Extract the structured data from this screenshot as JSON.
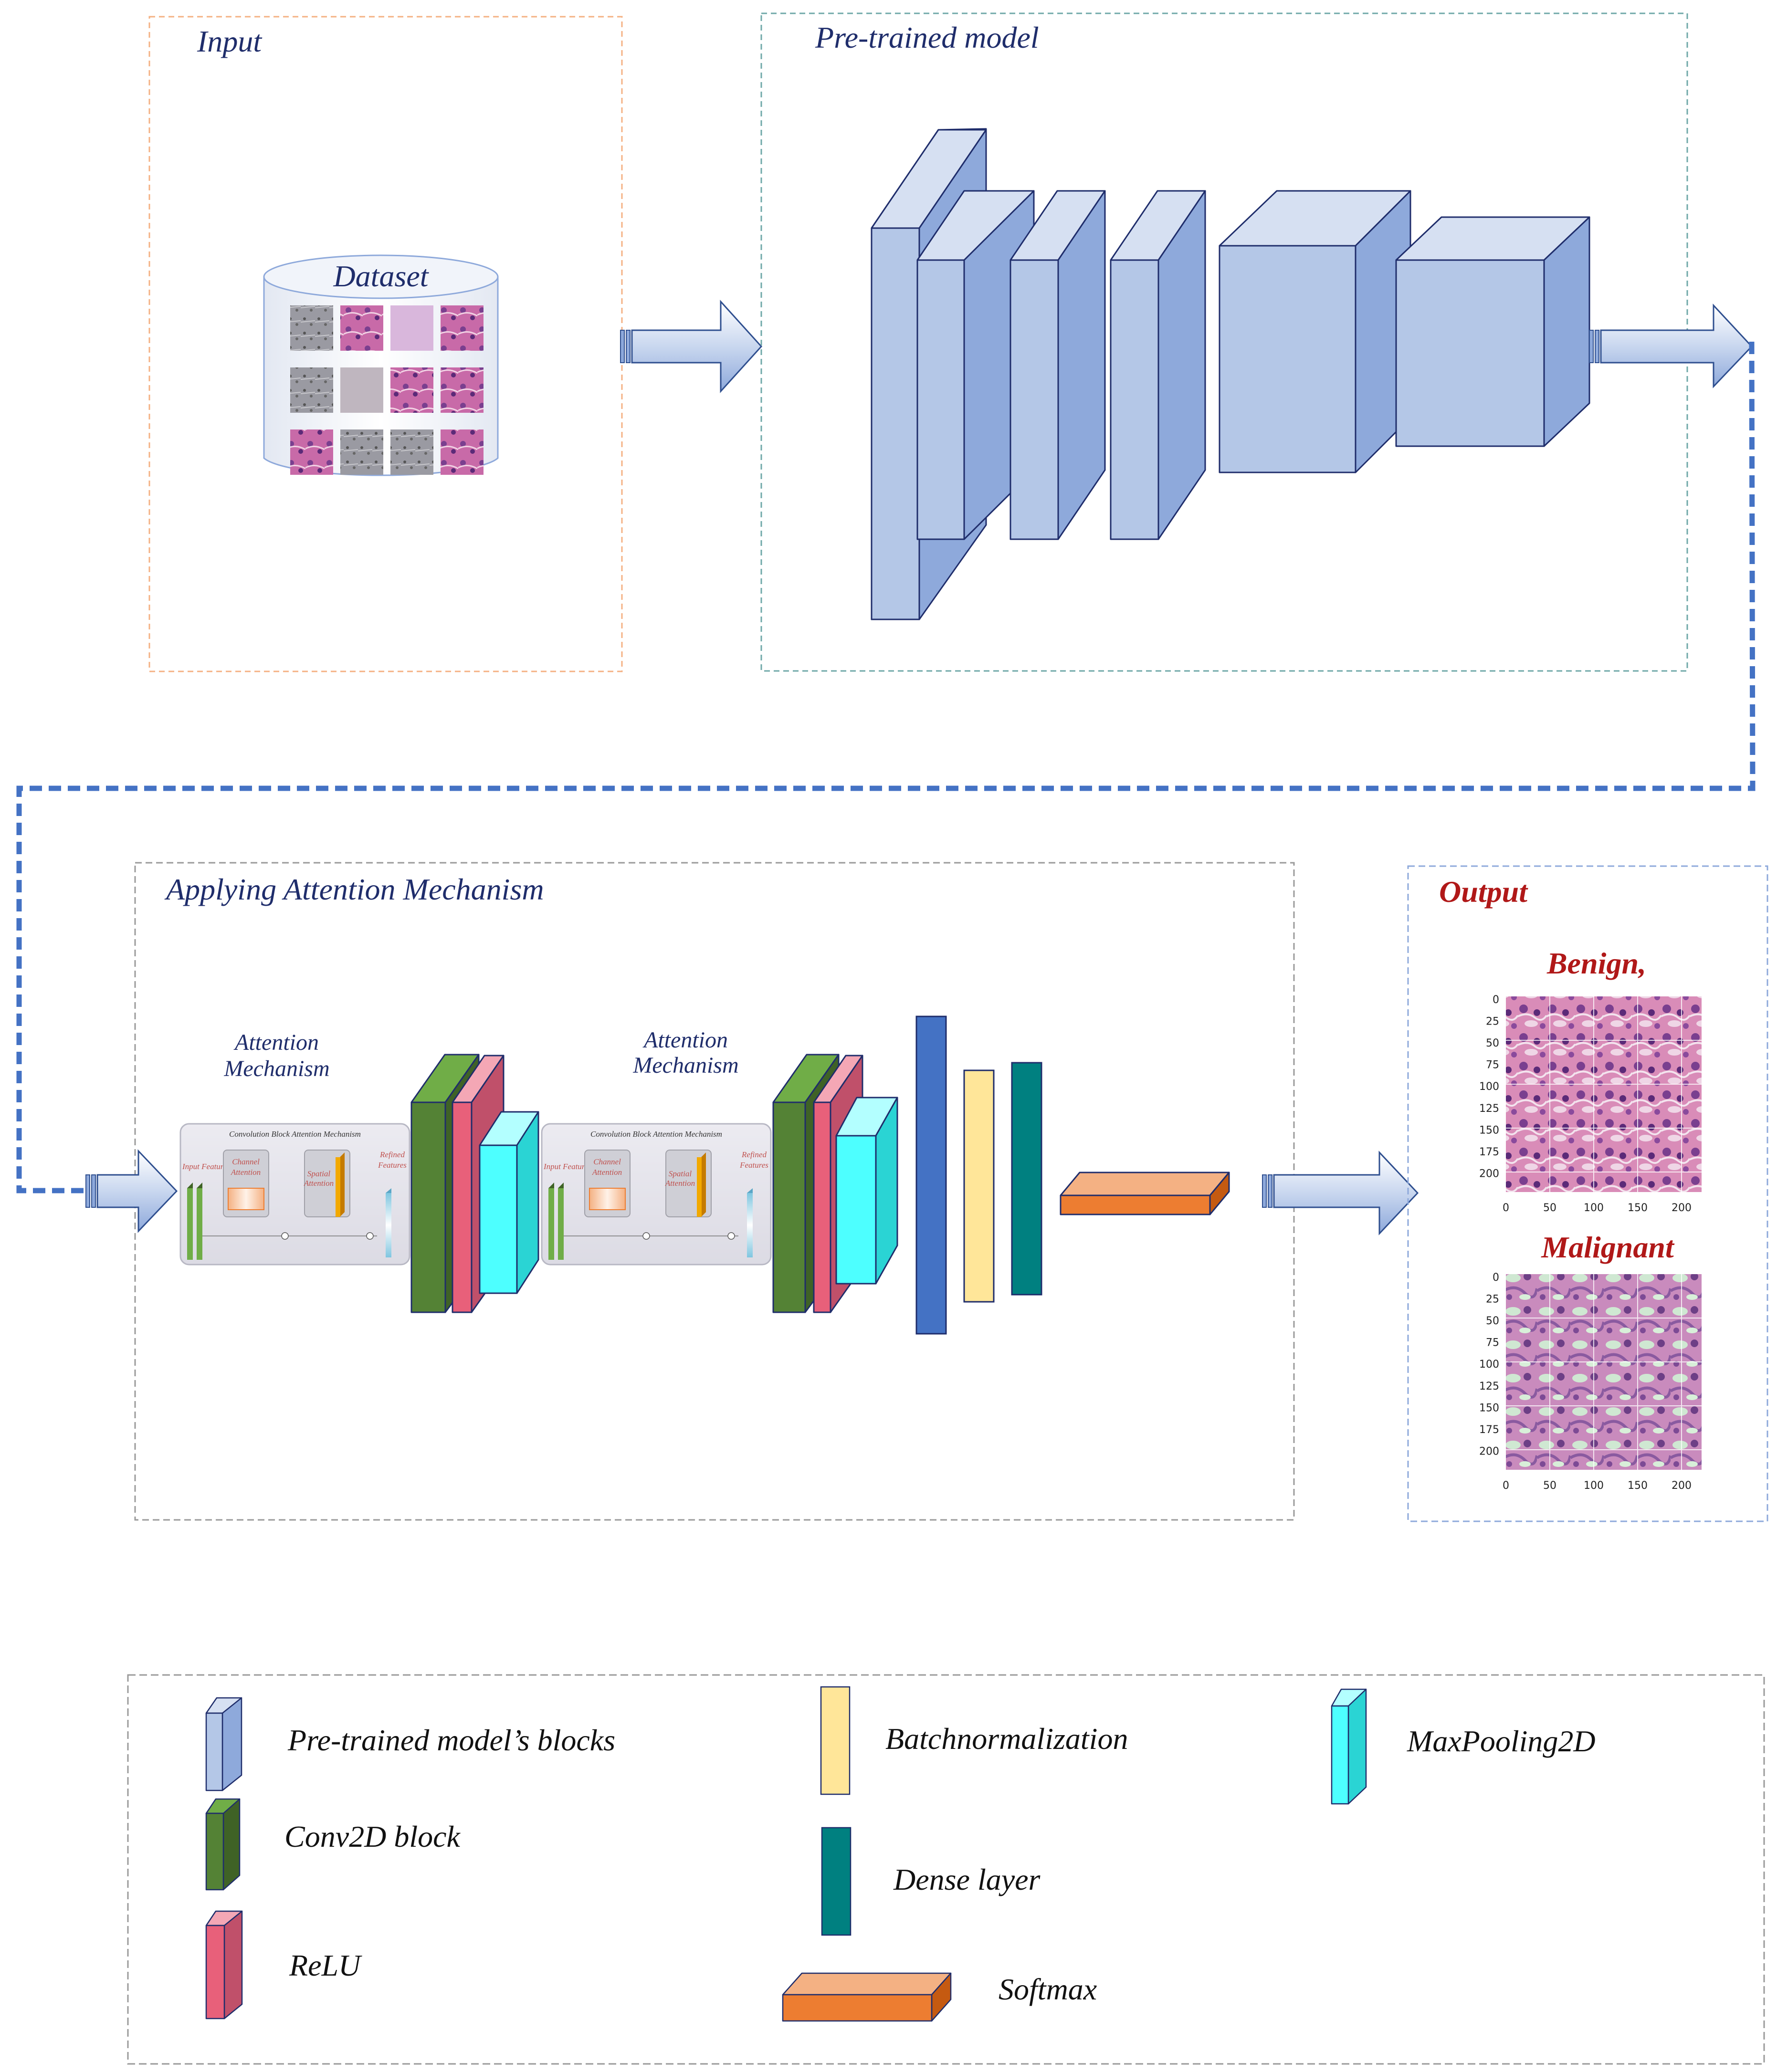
{
  "panels": {
    "input": {
      "title": "Input",
      "dataset_label": "Dataset"
    },
    "pretrained": {
      "title": "Pre-trained model"
    },
    "attention": {
      "title": "Applying Attention Mechanism",
      "mechanism_label_line1": "Attention",
      "mechanism_label_line2": "Mechanism",
      "cbam": {
        "title": "Convolution Block Attention Mechanism",
        "input_features": "Input Features",
        "channel_line1": "Channel",
        "channel_line2": "Attention",
        "spatial_line1": "Spatial",
        "spatial_line2": "Attention",
        "refined_line1": "Refined",
        "refined_line2": "Features"
      }
    },
    "output": {
      "title": "Output",
      "benign_label": "Benign,",
      "malignant_label": "Malignant",
      "y_ticks": [
        "0",
        "25",
        "50",
        "75",
        "100",
        "125",
        "150",
        "175",
        "200"
      ],
      "x_ticks": [
        "0",
        "50",
        "100",
        "150",
        "200"
      ]
    }
  },
  "legend": {
    "pretrained_blocks": "Pre-trained model’s blocks",
    "conv2d": "Conv2D block",
    "relu": "ReLU",
    "batchnorm": "Batchnormalization",
    "dense": "Dense layer",
    "softmax": "Softmax",
    "maxpool": "MaxPooling2D"
  },
  "colors": {
    "title_navy": "#1f2d6b",
    "output_red": "#b01818",
    "pretrained_front": "#b4c7e7",
    "pretrained_side": "#8ea9db",
    "pretrained_top": "#d6e0f2",
    "conv_front": "#548235",
    "conv_side": "#3f6226",
    "conv_top": "#70ad47",
    "relu_front": "#e8607a",
    "relu_top": "#f4a7b5",
    "maxpool_front": "#4dffff",
    "maxpool_top": "#b3ffff",
    "dense_blue": "#4472c4",
    "batchnorm": "#ffe699",
    "dense_teal": "#008080",
    "softmax_front": "#ed7d31",
    "softmax_top": "#f4b183",
    "connector": "#4472c4"
  }
}
